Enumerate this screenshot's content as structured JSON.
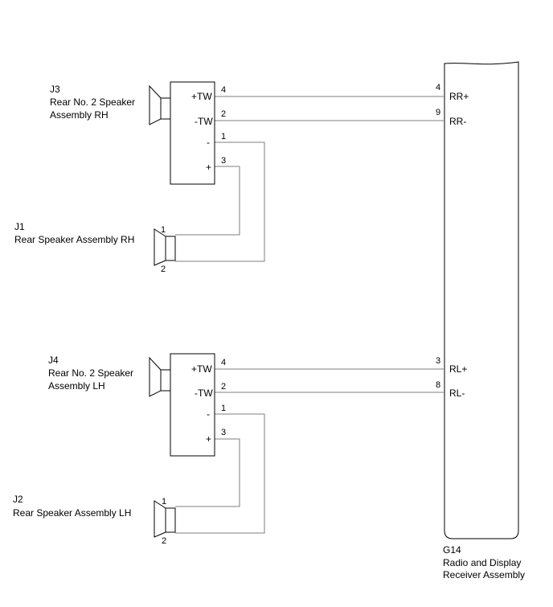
{
  "connectors": {
    "j3": {
      "code": "J3",
      "name_line1": "Rear No. 2 Speaker",
      "name_line2": "Assembly RH",
      "pin_labels": [
        "+TW",
        "-TW",
        "-",
        "+"
      ],
      "pin_numbers": [
        "4",
        "2",
        "1",
        "3"
      ]
    },
    "j1": {
      "code": "J1",
      "name": "Rear Speaker Assembly RH",
      "pin_numbers": [
        "1",
        "2"
      ]
    },
    "j4": {
      "code": "J4",
      "name_line1": "Rear No. 2 Speaker",
      "name_line2": "Assembly LH",
      "pin_labels": [
        "+TW",
        "-TW",
        "-",
        "+"
      ],
      "pin_numbers": [
        "4",
        "2",
        "1",
        "3"
      ]
    },
    "j2": {
      "code": "J2",
      "name": "Rear Speaker Assembly LH",
      "pin_numbers": [
        "1",
        "2"
      ]
    },
    "g14": {
      "code": "G14",
      "name_line1": "Radio and Display",
      "name_line2": "Receiver Assembly",
      "pin_numbers": [
        "4",
        "9",
        "3",
        "8"
      ],
      "terminals": [
        "RR+",
        "RR-",
        "RL+",
        "RL-"
      ]
    }
  },
  "colors": {
    "line": "#000000",
    "wire": "#7f7f7f",
    "background": "#ffffff"
  }
}
